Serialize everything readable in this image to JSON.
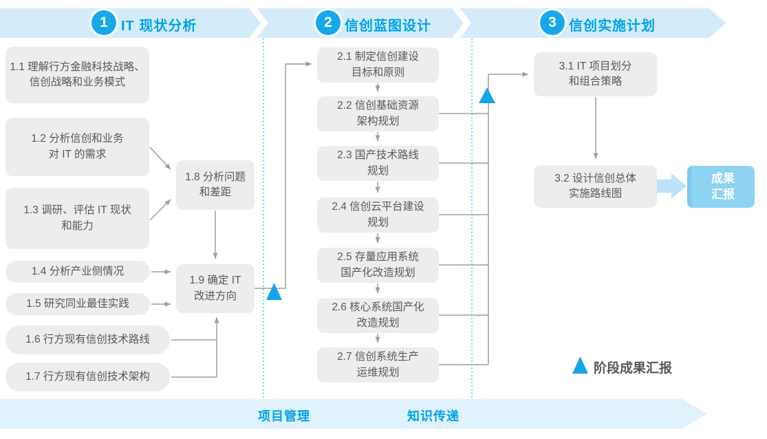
{
  "colors": {
    "accent_blue": "#17A8E9",
    "band_blue": "#D4ECFA",
    "band_blue_bottom": "#E0F2FB",
    "title_blue": "#00A3E8",
    "box_gray": "#EDEDED",
    "box_text_gray": "#57585A",
    "connector_gray": "#9C9EA1",
    "report_fill": "#8FD3F2"
  },
  "phases": [
    {
      "number": "1",
      "title": "IT 现状分析"
    },
    {
      "number": "2",
      "title": "信创蓝图设计"
    },
    {
      "number": "3",
      "title": "信创实施计划"
    }
  ],
  "phase1_steps": [
    {
      "id": "1.1",
      "text": "1.1 理解行方金融科技战略、\n信创战略和业务模式"
    },
    {
      "id": "1.2",
      "text": "1.2 分析信创和业务\n对 IT 的需求"
    },
    {
      "id": "1.3",
      "text": "1.3 调研、评估 IT 现状\n和能力"
    },
    {
      "id": "1.4",
      "text": "1.4 分析产业侧情况"
    },
    {
      "id": "1.5",
      "text": "1.5 研究同业最佳实践"
    },
    {
      "id": "1.6",
      "text": "1.6 行方现有信创技术路线"
    },
    {
      "id": "1.7",
      "text": "1.7 行方现有信创技术架构"
    },
    {
      "id": "1.8",
      "text": "1.8 分析问题\n和差距"
    },
    {
      "id": "1.9",
      "text": "1.9 确定 IT\n改进方向"
    }
  ],
  "phase2_steps": [
    {
      "id": "2.1",
      "text": "2.1 制定信创建设\n目标和原则"
    },
    {
      "id": "2.2",
      "text": "2.2 信创基础资源\n架构规划"
    },
    {
      "id": "2.3",
      "text": "2.3 国产技术路线\n规划"
    },
    {
      "id": "2.4",
      "text": "2.4 信创云平台建设\n规划"
    },
    {
      "id": "2.5",
      "text": "2.5 存量应用系统\n国产化改造规划"
    },
    {
      "id": "2.6",
      "text": "2.6 核心系统国产化\n改造规划"
    },
    {
      "id": "2.7",
      "text": "2.7 信创系统生产\n运维规划"
    }
  ],
  "phase3_steps": [
    {
      "id": "3.1",
      "text": "3.1 IT 项目划分\n和组合策略"
    },
    {
      "id": "3.2",
      "text": "3.2 设计信创总体\n实施路线图"
    }
  ],
  "outcome_box": {
    "text": "成果\n汇报"
  },
  "legend": {
    "label": "阶段成果汇报"
  },
  "bottom_band": {
    "labels": [
      "项目管理",
      "知识传递"
    ]
  }
}
